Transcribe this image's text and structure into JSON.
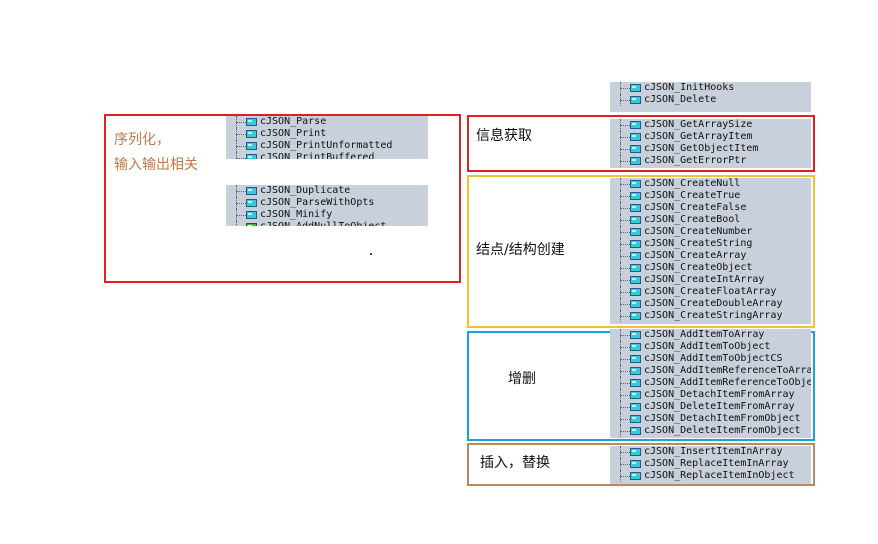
{
  "colors": {
    "red": "#e02020",
    "yellow": "#f2c12e",
    "blue": "#1aa0e0",
    "brown": "#b98a5e",
    "label_orange": "#c07a47",
    "tree_bg": "#c8d0dc"
  },
  "serialization": {
    "label_line1": "序列化，",
    "label_line2": "输入输出相关",
    "list_top": [
      "cJSON_Parse",
      "cJSON_Print",
      "cJSON_PrintUnformatted",
      "cJSON_PrintBuffered"
    ],
    "list_bottom": [
      "cJSON_Duplicate",
      "cJSON_ParseWithOpts",
      "cJSON_Minify",
      "cJSON_AddNullToObject"
    ]
  },
  "misc": {
    "items": [
      "cJSON_InitHooks",
      "cJSON_Delete"
    ]
  },
  "info": {
    "label": "信息获取",
    "items": [
      "cJSON_GetArraySize",
      "cJSON_GetArrayItem",
      "cJSON_GetObjectItem",
      "cJSON_GetErrorPtr"
    ]
  },
  "create": {
    "label": "结点/结构创建",
    "items": [
      "cJSON_CreateNull",
      "cJSON_CreateTrue",
      "cJSON_CreateFalse",
      "cJSON_CreateBool",
      "cJSON_CreateNumber",
      "cJSON_CreateString",
      "cJSON_CreateArray",
      "cJSON_CreateObject",
      "cJSON_CreateIntArray",
      "cJSON_CreateFloatArray",
      "cJSON_CreateDoubleArray",
      "cJSON_CreateStringArray"
    ]
  },
  "addremove": {
    "label": "增删",
    "items": [
      "cJSON_AddItemToArray",
      "cJSON_AddItemToObject",
      "cJSON_AddItemToObjectCS",
      "cJSON_AddItemReferenceToArray",
      "cJSON_AddItemReferenceToObject",
      "cJSON_DetachItemFromArray",
      "cJSON_DeleteItemFromArray",
      "cJSON_DetachItemFromObject",
      "cJSON_DeleteItemFromObject"
    ]
  },
  "replace": {
    "label": "插入，替换",
    "items": [
      "cJSON_InsertItemInArray",
      "cJSON_ReplaceItemInArray",
      "cJSON_ReplaceItemInObject"
    ]
  }
}
